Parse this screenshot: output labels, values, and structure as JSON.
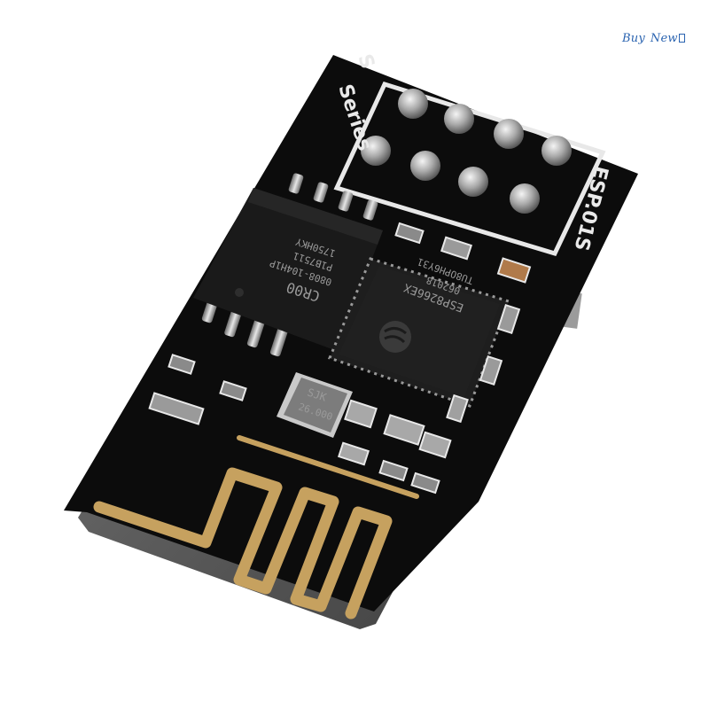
{
  "badge": {
    "buy": "Buy",
    "new": "New"
  },
  "board": {
    "series_letter": "S",
    "series_label": "Series",
    "model": "ESP.01S"
  },
  "flash_chip": {
    "line1": "CR00",
    "line2": "0808-104H1P",
    "line3": "P1B7511",
    "line4": "1750HKY"
  },
  "soc_chip": {
    "line1": "ESP8266EX",
    "line2": "062018",
    "line3": "TU8OPH6Y31"
  },
  "crystal": {
    "line1": "SJK",
    "line2": "26.000"
  },
  "colors": {
    "pcb": "#0c0c0c",
    "pcb_edge": "#5c5c5c",
    "antenna_gold": "#c6a15f",
    "silkscreen": "#e9e9e9",
    "badge_text": "#2a63b0"
  }
}
